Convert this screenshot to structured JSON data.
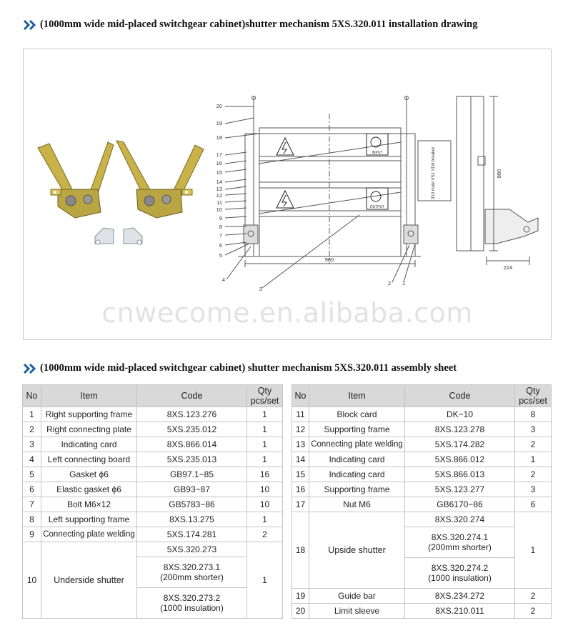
{
  "headings": {
    "drawing": "(1000mm wide mid-placed switchgear cabinet)shutter mechanism 5XS.320.011 installation drawing",
    "assembly": "(1000mm wide mid-placed switchgear cabinet) shutter mechanism 5XS.320.011 assembly sheet"
  },
  "watermark": "cnwecome.en.alibaba.com",
  "drawing": {
    "width_dim": "980",
    "height_dim": "880",
    "side_dim": "224",
    "input_label": "INPUT",
    "output_label": "OUTPUT",
    "breaker_note": "310 mate VS1 VD4 breaker",
    "callouts_left": [
      "20",
      "19",
      "18",
      "17",
      "16",
      "15",
      "14",
      "13",
      "12",
      "11",
      "10",
      "9",
      "8",
      "7",
      "6",
      "5",
      "4",
      "3"
    ],
    "callouts_right": [
      "2",
      "1"
    ]
  },
  "table": {
    "headers": {
      "no": "No",
      "item": "Item",
      "code": "Code",
      "qty": "Qty pcs/set"
    },
    "left_rows": [
      {
        "no": "1",
        "item": "Right supporting frame",
        "code": "8XS.123.276",
        "qty": "1"
      },
      {
        "no": "2",
        "item": "Right connecting plate",
        "code": "5XS.235.012",
        "qty": "1"
      },
      {
        "no": "3",
        "item": "Indicating card",
        "code": "8XS.866.014",
        "qty": "1"
      },
      {
        "no": "4",
        "item": "Left connecting board",
        "code": "5XS.235.013",
        "qty": "1"
      },
      {
        "no": "5",
        "item": "Gasket ϕ6",
        "code": "GB97.1−85",
        "qty": "16"
      },
      {
        "no": "6",
        "item": "Elastic gasket ϕ6",
        "code": "GB93−87",
        "qty": "10"
      },
      {
        "no": "7",
        "item": "Bolt M6×12",
        "code": "GB5783−86",
        "qty": "10"
      },
      {
        "no": "8",
        "item": "Left supporting frame",
        "code": "8XS.13.275",
        "qty": "1"
      },
      {
        "no": "9",
        "item": "Connecting plate welding",
        "code": "5XS.174.281",
        "qty": "2"
      }
    ],
    "left_group": {
      "no": "10",
      "item": "Underside shutter",
      "qty": "1",
      "codes": [
        {
          "line1": "5XS.320.273",
          "line2": ""
        },
        {
          "line1": "8XS.320.273.1",
          "line2": "(200mm shorter)"
        },
        {
          "line1": "8XS.320.273.2",
          "line2": "(1000 insulation)"
        }
      ]
    },
    "right_rows_top": [
      {
        "no": "11",
        "item": "Block card",
        "code": "DK−10",
        "qty": "8"
      },
      {
        "no": "12",
        "item": "Supporting frame",
        "code": "8XS.123.278",
        "qty": "3"
      },
      {
        "no": "13",
        "item": "Connecting plate welding",
        "code": "5XS.174.282",
        "qty": "2"
      },
      {
        "no": "14",
        "item": "Indicating card",
        "code": "5XS.866.012",
        "qty": "1"
      },
      {
        "no": "15",
        "item": "Indicating card",
        "code": "5XS.866.013",
        "qty": "2"
      },
      {
        "no": "16",
        "item": "Supporting frame",
        "code": "5XS.123.277",
        "qty": "3"
      },
      {
        "no": "17",
        "item": "Nut M6",
        "code": "GB6170−86",
        "qty": "6"
      }
    ],
    "right_group": {
      "no": "18",
      "item": "Upside shutter",
      "qty": "1",
      "codes": [
        {
          "line1": "8XS.320.274",
          "line2": ""
        },
        {
          "line1": "8XS.320.274.1",
          "line2": "(200mm shorter)"
        },
        {
          "line1": "8XS.320.274.2",
          "line2": "(1000 insulation)"
        }
      ]
    },
    "right_rows_bottom": [
      {
        "no": "19",
        "item": "Guide bar",
        "code": "8XS.234.272",
        "qty": "2"
      },
      {
        "no": "20",
        "item": "Limit sleeve",
        "code": "8XS.210.011",
        "qty": "2"
      }
    ]
  }
}
